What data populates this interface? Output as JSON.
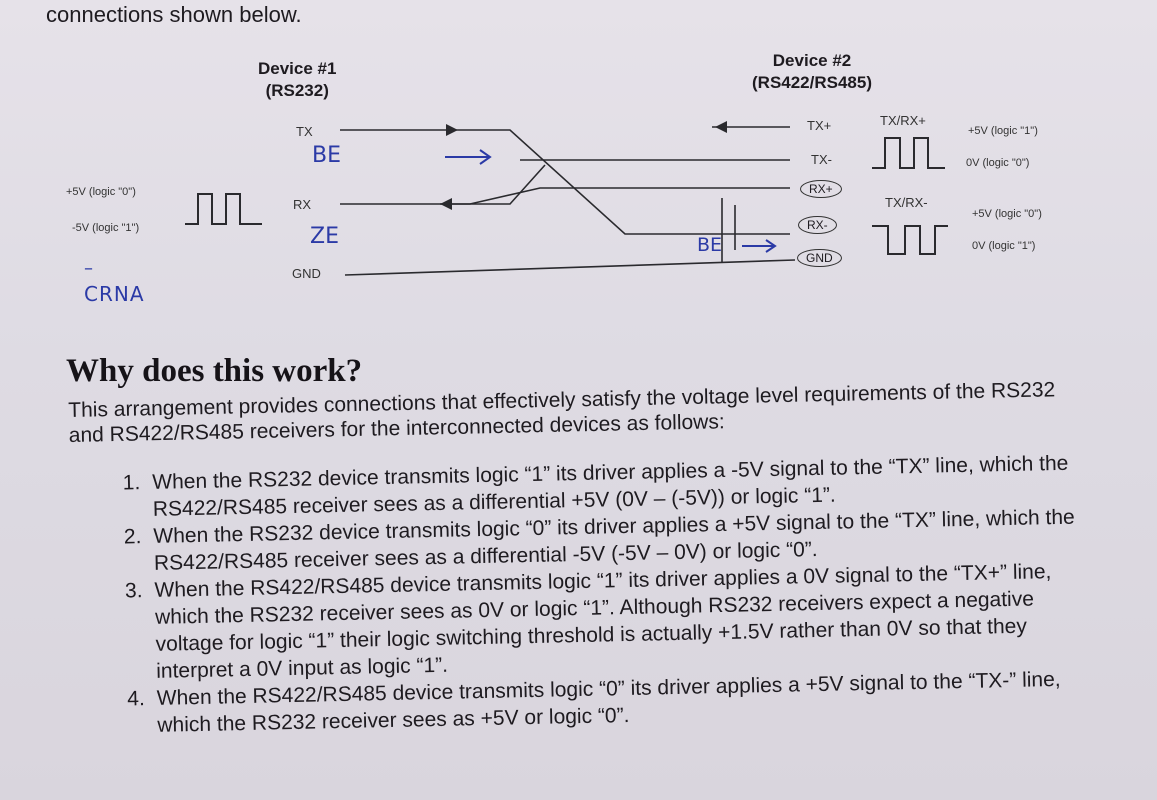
{
  "intro_text": "connections shown below.",
  "device1": {
    "title": "Device #1",
    "subtitle": "(RS232)"
  },
  "device2": {
    "title": "Device #2",
    "subtitle": "(RS422/RS485)"
  },
  "device1_pins": {
    "tx": "TX",
    "rx": "RX",
    "gnd": "GND"
  },
  "device2_pins": {
    "txp": "TX+",
    "txm": "TX-",
    "rxp": "RX+",
    "rxm": "RX-",
    "gnd": "GND"
  },
  "waveform_labels": {
    "left_high": "+5V (logic \"0\")",
    "left_low": "-5V (logic \"1\")",
    "txrxp": "TX/RX+",
    "txrxp_high": "+5V (logic \"1\")",
    "txrxp_low": "0V (logic \"0\")",
    "txrxm": "TX/RX-",
    "txrxm_high": "+5V (logic \"0\")",
    "txrxm_low": "0V (logic \"1\")"
  },
  "handwritten": {
    "be_tx": "BE",
    "ze_rx": "ZE",
    "be_right": "BE",
    "crna": "CRNA",
    "dash": "–"
  },
  "heading": "Why does this work?",
  "paragraph": "This arrangement provides connections that effectively satisfy the voltage level requirements of the RS232 and RS422/RS485 receivers for the interconnected devices as follows:",
  "items": [
    {
      "num": "1.",
      "text": "When the RS232 device transmits logic “1” its driver applies a -5V signal to the “TX” line, which the RS422/RS485 receiver sees as a differential +5V (0V – (-5V)) or logic “1”."
    },
    {
      "num": "2.",
      "text": "When the RS232 device transmits logic “0” its driver applies a +5V signal to the “TX” line, which the RS422/RS485 receiver sees as a differential -5V (-5V – 0V) or logic “0”."
    },
    {
      "num": "3.",
      "text": "When the RS422/RS485 device transmits logic “1” its driver applies a 0V signal to the “TX+” line, which the RS232 receiver sees as 0V or logic “1”. Although RS232 receivers expect a negative voltage for logic “1” their logic switching threshold is actually +1.5V rather than 0V so that they interpret a 0V input as logic “1”."
    },
    {
      "num": "4.",
      "text": "When the RS422/RS485 device transmits logic “0” its driver applies a +5V signal to the “TX-” line, which the RS232 receiver sees as +5V or logic “0”."
    }
  ]
}
